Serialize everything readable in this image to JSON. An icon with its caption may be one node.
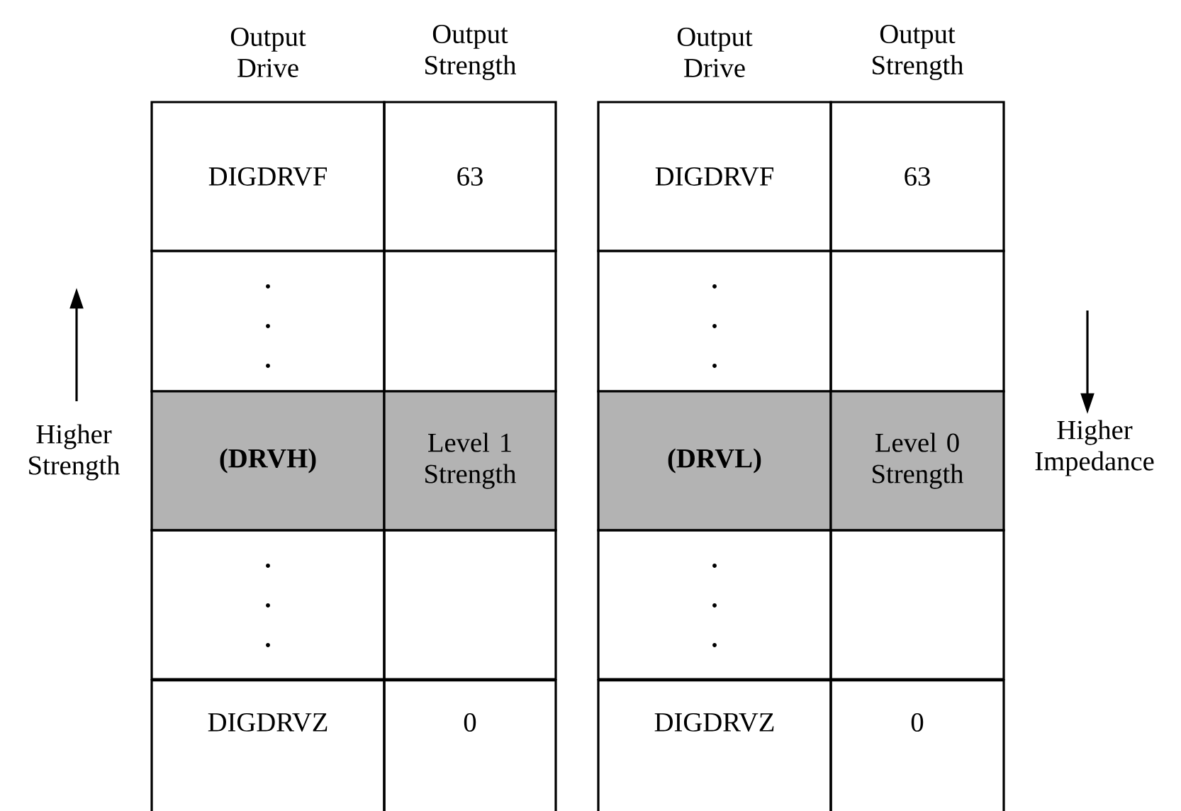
{
  "diagram": {
    "nodes": [
      {
        "text": [
          "DIGDRVF"
        ]
      },
      {
        "text": [
          "63"
        ]
      },
      {
        "text": [
          "DIGDRVF"
        ]
      },
      {
        "text": [
          "63"
        ]
      },
      {
        "text": [],
        "shape": "box"
      },
      {
        "text": [],
        "shape": "box"
      },
      {
        "text": [],
        "shape": "box"
      },
      {
        "text": [],
        "shape": "box"
      },
      {
        "text": [
          "(DRVH)"
        ]
      },
      {
        "text": [
          "Level 1 Strength"
        ]
      },
      {
        "text": [
          "(DRVL)"
        ]
      },
      {
        "text": [
          "Level 0 Strength"
        ]
      },
      {
        "text": [],
        "shape": "box"
      },
      {
        "text": [],
        "shape": "box"
      },
      {
        "text": [],
        "shape": "box"
      },
      {
        "text": [],
        "shape": "box"
      },
      {
        "text": [
          "DIGDRVZ"
        ]
      },
      {
        "text": [
          "0"
        ]
      },
      {
        "text": [
          "DIGDRVZ"
        ]
      },
      {
        "text": [
          "0"
        ]
      }
    ],
    "edges": [],
    "labels": [
      "Output Drive",
      "Output Strength",
      "Output Drive",
      "Output Strength",
      "Higher Strength",
      "Higher Impedance"
    ]
  }
}
